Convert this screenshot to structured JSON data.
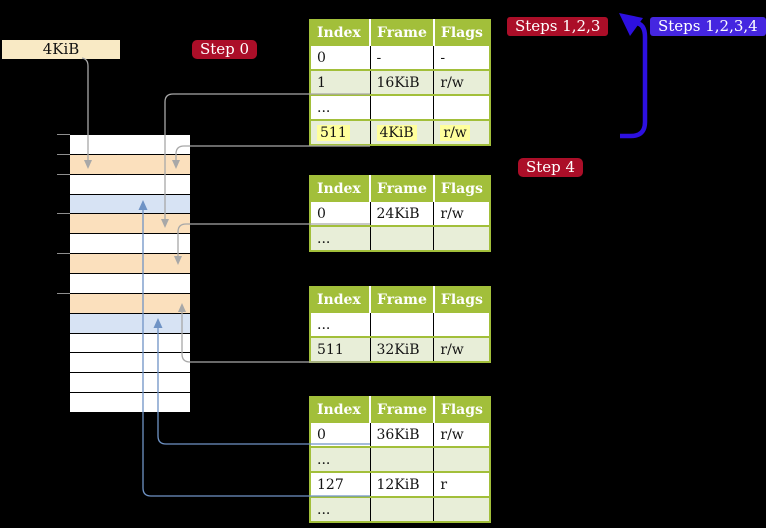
{
  "colors": {
    "background": "#000000",
    "table_header_green": "#a2bf3a",
    "table_row_shade": "#e8eed8",
    "highlight_yellow": "#ffff9c",
    "wheat_frame": "#fbe0bd",
    "wheat_box": "#f9eac5",
    "blue_frame": "#d7e3f4",
    "crimson_label": "#ab0e28",
    "blue_label": "#4526e0",
    "blue_arrow": "#2d10e0",
    "gray_connector": "#a8a8a8",
    "steel_connector": "#6f93c5"
  },
  "labels": {
    "frame_size_box": "4KiB",
    "step0": "Step 0",
    "step4": "Step 4",
    "steps_123": "Steps 1,2,3",
    "steps_1234": "Steps 1,2,3,4"
  },
  "tables": [
    {
      "headers": [
        "Index",
        "Frame",
        "Flags"
      ],
      "rows": [
        {
          "cells": [
            "0",
            "-",
            "-"
          ],
          "shaded": false,
          "highlighted": false
        },
        {
          "cells": [
            "1",
            "16KiB",
            "r/w"
          ],
          "shaded": true,
          "highlighted": false
        },
        {
          "cells": [
            "...",
            "",
            ""
          ],
          "shaded": false,
          "highlighted": false
        },
        {
          "cells": [
            "511",
            "4KiB",
            "r/w"
          ],
          "shaded": true,
          "highlighted": true
        }
      ]
    },
    {
      "headers": [
        "Index",
        "Frame",
        "Flags"
      ],
      "rows": [
        {
          "cells": [
            "0",
            "24KiB",
            "r/w"
          ],
          "shaded": false,
          "highlighted": false
        },
        {
          "cells": [
            "...",
            "",
            ""
          ],
          "shaded": true,
          "highlighted": false
        }
      ]
    },
    {
      "headers": [
        "Index",
        "Frame",
        "Flags"
      ],
      "rows": [
        {
          "cells": [
            "...",
            "",
            ""
          ],
          "shaded": false,
          "highlighted": false
        },
        {
          "cells": [
            "511",
            "32KiB",
            "r/w"
          ],
          "shaded": true,
          "highlighted": false
        }
      ]
    },
    {
      "headers": [
        "Index",
        "Frame",
        "Flags"
      ],
      "rows": [
        {
          "cells": [
            "0",
            "36KiB",
            "r/w"
          ],
          "shaded": false,
          "highlighted": false
        },
        {
          "cells": [
            "...",
            "",
            ""
          ],
          "shaded": true,
          "highlighted": false
        },
        {
          "cells": [
            "127",
            "12KiB",
            "r"
          ],
          "shaded": false,
          "highlighted": false
        },
        {
          "cells": [
            "...",
            "",
            ""
          ],
          "shaded": true,
          "highlighted": false
        }
      ]
    }
  ],
  "memory": {
    "rows": [
      "plain",
      "wheat",
      "plain",
      "blue",
      "wheat",
      "plain",
      "wheat",
      "plain",
      "wheat",
      "blue",
      "plain",
      "plain",
      "plain",
      "plain"
    ]
  }
}
